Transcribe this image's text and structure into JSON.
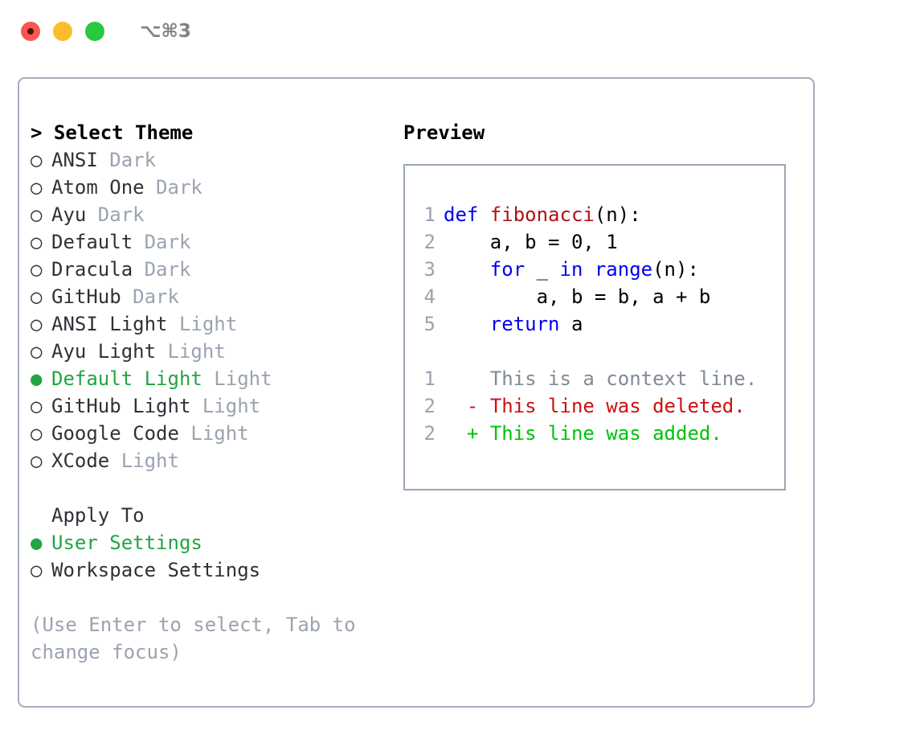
{
  "window": {
    "shortcut": "⌥⌘3",
    "traffic_lights": [
      {
        "name": "close",
        "color": "#f9564f"
      },
      {
        "name": "minimize",
        "color": "#fdbc2e"
      },
      {
        "name": "maximize",
        "color": "#28c840"
      }
    ]
  },
  "accent": {
    "selected_green": "#22a544",
    "muted_grey": "#9aa3b0",
    "border": "#a3adbb"
  },
  "theme_picker": {
    "title": "> Select Theme",
    "items": [
      {
        "bullet": "○",
        "label": "ANSI",
        "suffix": "Dark",
        "selected": false
      },
      {
        "bullet": "○",
        "label": "Atom One",
        "suffix": "Dark",
        "selected": false
      },
      {
        "bullet": "○",
        "label": "Ayu",
        "suffix": "Dark",
        "selected": false
      },
      {
        "bullet": "○",
        "label": "Default",
        "suffix": "Dark",
        "selected": false
      },
      {
        "bullet": "○",
        "label": "Dracula",
        "suffix": "Dark",
        "selected": false
      },
      {
        "bullet": "○",
        "label": "GitHub",
        "suffix": "Dark",
        "selected": false
      },
      {
        "bullet": "○",
        "label": "ANSI Light",
        "suffix": "Light",
        "selected": false
      },
      {
        "bullet": "○",
        "label": "Ayu Light",
        "suffix": "Light",
        "selected": false
      },
      {
        "bullet": "●",
        "label": "Default Light",
        "suffix": "Light",
        "selected": true
      },
      {
        "bullet": "○",
        "label": "GitHub Light",
        "suffix": "Light",
        "selected": false
      },
      {
        "bullet": "○",
        "label": "Google Code",
        "suffix": "Light",
        "selected": false
      },
      {
        "bullet": "○",
        "label": "XCode",
        "suffix": "Light",
        "selected": false
      }
    ]
  },
  "apply_to": {
    "title": "Apply To",
    "items": [
      {
        "bullet": "●",
        "label": "User Settings",
        "selected": true
      },
      {
        "bullet": "○",
        "label": "Workspace Settings",
        "selected": false
      }
    ]
  },
  "hint": {
    "line1": "(Use Enter to select, Tab to",
    "line2": "change focus)"
  },
  "preview": {
    "title": "Preview",
    "code_lines": [
      {
        "no": "1",
        "indent": "",
        "tokens": [
          {
            "t": "def ",
            "k": "kw"
          },
          {
            "t": "fibonacci",
            "k": "fn"
          },
          {
            "t": "(n):",
            "k": "pl"
          }
        ]
      },
      {
        "no": "2",
        "indent": "    ",
        "tokens": [
          {
            "t": "a, b = 0, 1",
            "k": "pl"
          }
        ]
      },
      {
        "no": "3",
        "indent": "    ",
        "tokens": [
          {
            "t": "for ",
            "k": "kw"
          },
          {
            "t": "_ ",
            "k": "pl"
          },
          {
            "t": "in ",
            "k": "kw"
          },
          {
            "t": "range",
            "k": "kw"
          },
          {
            "t": "(n):",
            "k": "pl"
          }
        ]
      },
      {
        "no": "4",
        "indent": "        ",
        "tokens": [
          {
            "t": "a, b = b, a + b",
            "k": "pl"
          }
        ]
      },
      {
        "no": "5",
        "indent": "    ",
        "tokens": [
          {
            "t": "return ",
            "k": "kw"
          },
          {
            "t": "a",
            "k": "pl"
          }
        ]
      }
    ],
    "diff_lines": [
      {
        "no": "1",
        "marker": " ",
        "text": "This is a context line.",
        "kind": "ctx"
      },
      {
        "no": "2",
        "marker": "-",
        "text": "This line was deleted.",
        "kind": "del"
      },
      {
        "no": "2",
        "marker": "+",
        "text": "This line was added.",
        "kind": "add"
      }
    ]
  }
}
